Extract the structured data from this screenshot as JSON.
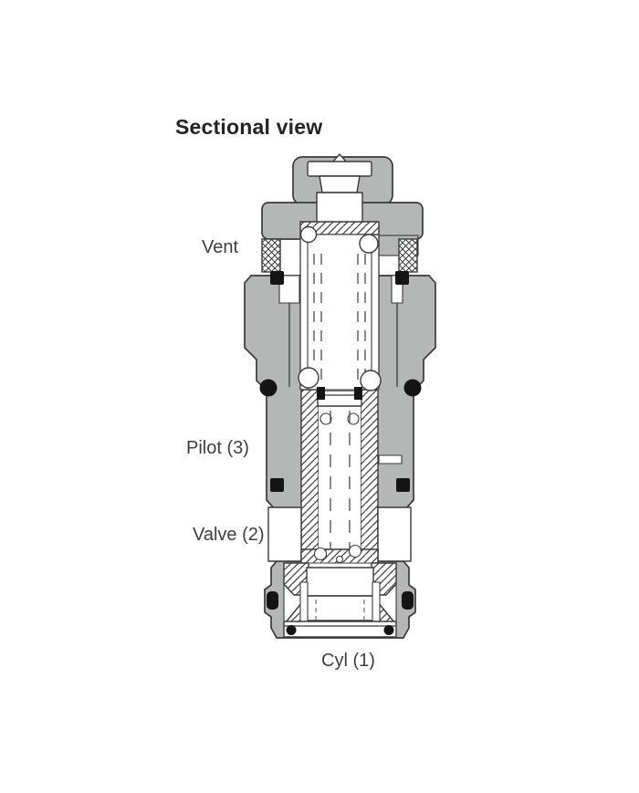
{
  "title": "Sectional view",
  "diagram_labels": {
    "vent": "Vent",
    "pilot": "Pilot (3)",
    "valve": "Valve (2)",
    "cyl": "Cyl (1)"
  },
  "colors": {
    "background": "#ffffff",
    "body_gray": "#b5b7b6",
    "outline": "#39393b",
    "seal_black": "#141414",
    "label_text": "#3e3e40",
    "title_text": "#242426"
  }
}
